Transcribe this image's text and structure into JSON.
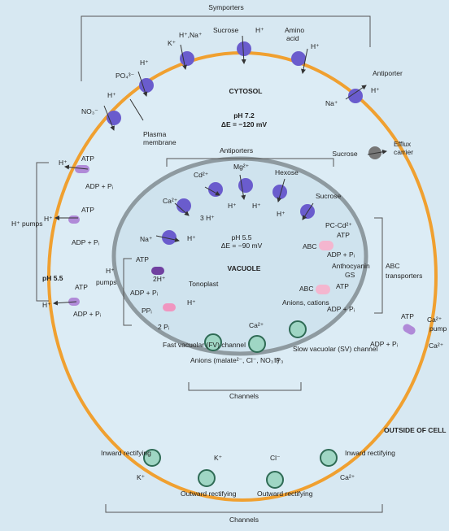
{
  "colors": {
    "background": "#d7e8f2",
    "cell_membrane": "#f0a030",
    "tonoplast": "#8e9aa0",
    "vacuole_fill": "#cfe3ee",
    "symporter_blue": "#6a5ccd",
    "atp_pump_purple": "#b08ad8",
    "abc_pink": "#f4b6cf",
    "channel_green": "#9fd6c4",
    "efflux_grey": "#777777"
  },
  "regions": {
    "cytosol": "CYTOSOL",
    "cytosol_ph": "pH 7.2",
    "cytosol_de": "ΔE = −120 mV",
    "vacuole": "VACUOLE",
    "vacuole_ph": "pH 5.5",
    "vacuole_de": "ΔE = −90 mV",
    "outside": "OUTSIDE OF CELL",
    "outside_ph": "pH 5.5",
    "plasma_membrane": "Plasma membrane",
    "tonoplast": "Tonoplast"
  },
  "groups": {
    "symporters": "Symporters",
    "antiporter": "Antiporter",
    "antiporters": "Antiporters",
    "efflux_carrier": "Efflux carrier",
    "h_pumps_outer": "H⁺ pumps",
    "h_pumps_inner": "H⁺ pumps",
    "abc_transporters": "ABC transporters",
    "ca_pump": "Ca²⁺ pump",
    "channels_inner": "Channels",
    "channels_outer": "Channels"
  },
  "labels": {
    "sucrose": "Sucrose",
    "h": "H⁺",
    "amino_acid": "Amino acid",
    "k_na": "K⁺",
    "h_na": "H⁺,Na⁺",
    "po4": "PO₄³⁻",
    "no3": "NO₃⁻",
    "na": "Na⁺",
    "atp": "ATP",
    "adp_pi": "ADP + Pᵢ",
    "cd": "Cd²⁺",
    "mg": "Mg²⁺",
    "hexose": "Hexose",
    "ca": "Ca²⁺",
    "three_h": "3 H⁺",
    "two_h": "2H⁺",
    "ppi": "PPᵢ",
    "two_pi": "2 Pᵢ",
    "pc_cd": "PC-Cd²⁺",
    "abc": "ABC",
    "anthocyanin": "Anthocyanin",
    "gs": "GS",
    "anions_cations": "Anions, cations",
    "ip3": "IP₃",
    "fv_channel": "Fast vacuolar (FV) channel",
    "anions_malate": "Anions (malate²⁻, Cl⁻, NO₃⁻)",
    "sv_channel": "Slow vacuolar (SV) channel",
    "inward_rect": "Inward rectifying",
    "outward_rect": "Outward rectifying",
    "k": "K⁺",
    "cl": "Cl⁻"
  }
}
